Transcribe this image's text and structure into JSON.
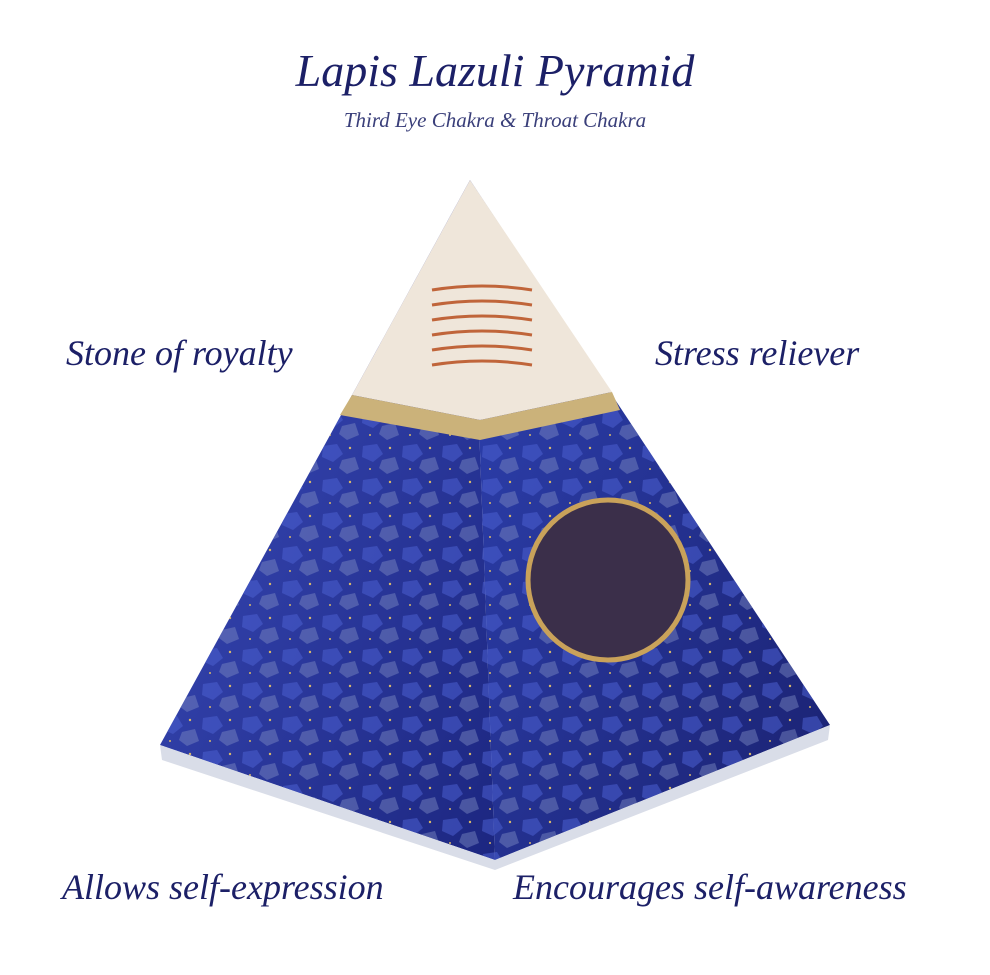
{
  "title": "Lapis Lazuli Pyramid",
  "subtitle": "Third Eye Chakra & Throat Chakra",
  "features": [
    "Stone of royalty",
    "Stress reliever",
    "Allows self-expression",
    "Encourages self-awareness"
  ],
  "colors": {
    "text": "#1c2067",
    "lapis": "#2a3a9e",
    "gold": "#c9a25a",
    "copper": "#c0653a"
  }
}
